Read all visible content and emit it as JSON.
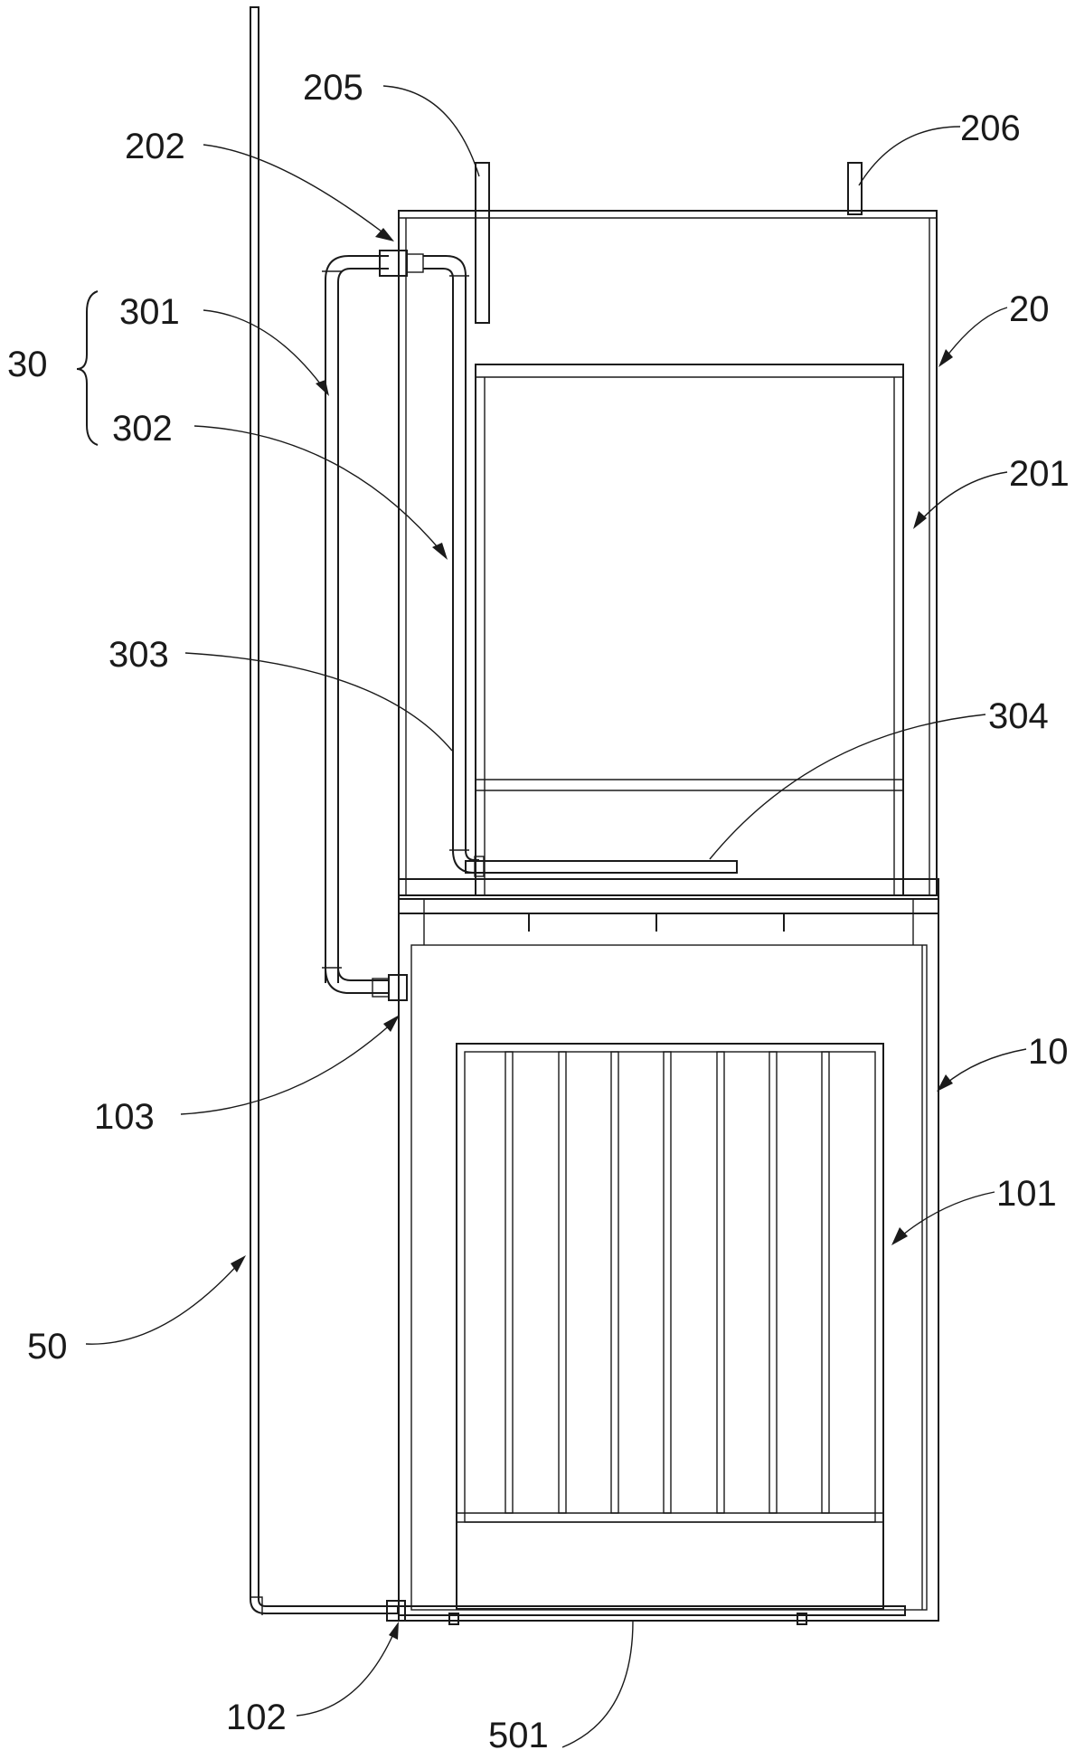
{
  "figure": {
    "labels": {
      "l30": "30",
      "l301": "301",
      "l302": "302",
      "l303": "303",
      "l304": "304",
      "l202": "202",
      "l205": "205",
      "l206": "206",
      "l20": "20",
      "l201": "201",
      "l10": "10",
      "l101": "101",
      "l103": "103",
      "l50": "50",
      "l102": "102",
      "l501": "501"
    },
    "colors": {
      "line": "#1a1a1a",
      "background": "#ffffff"
    }
  }
}
